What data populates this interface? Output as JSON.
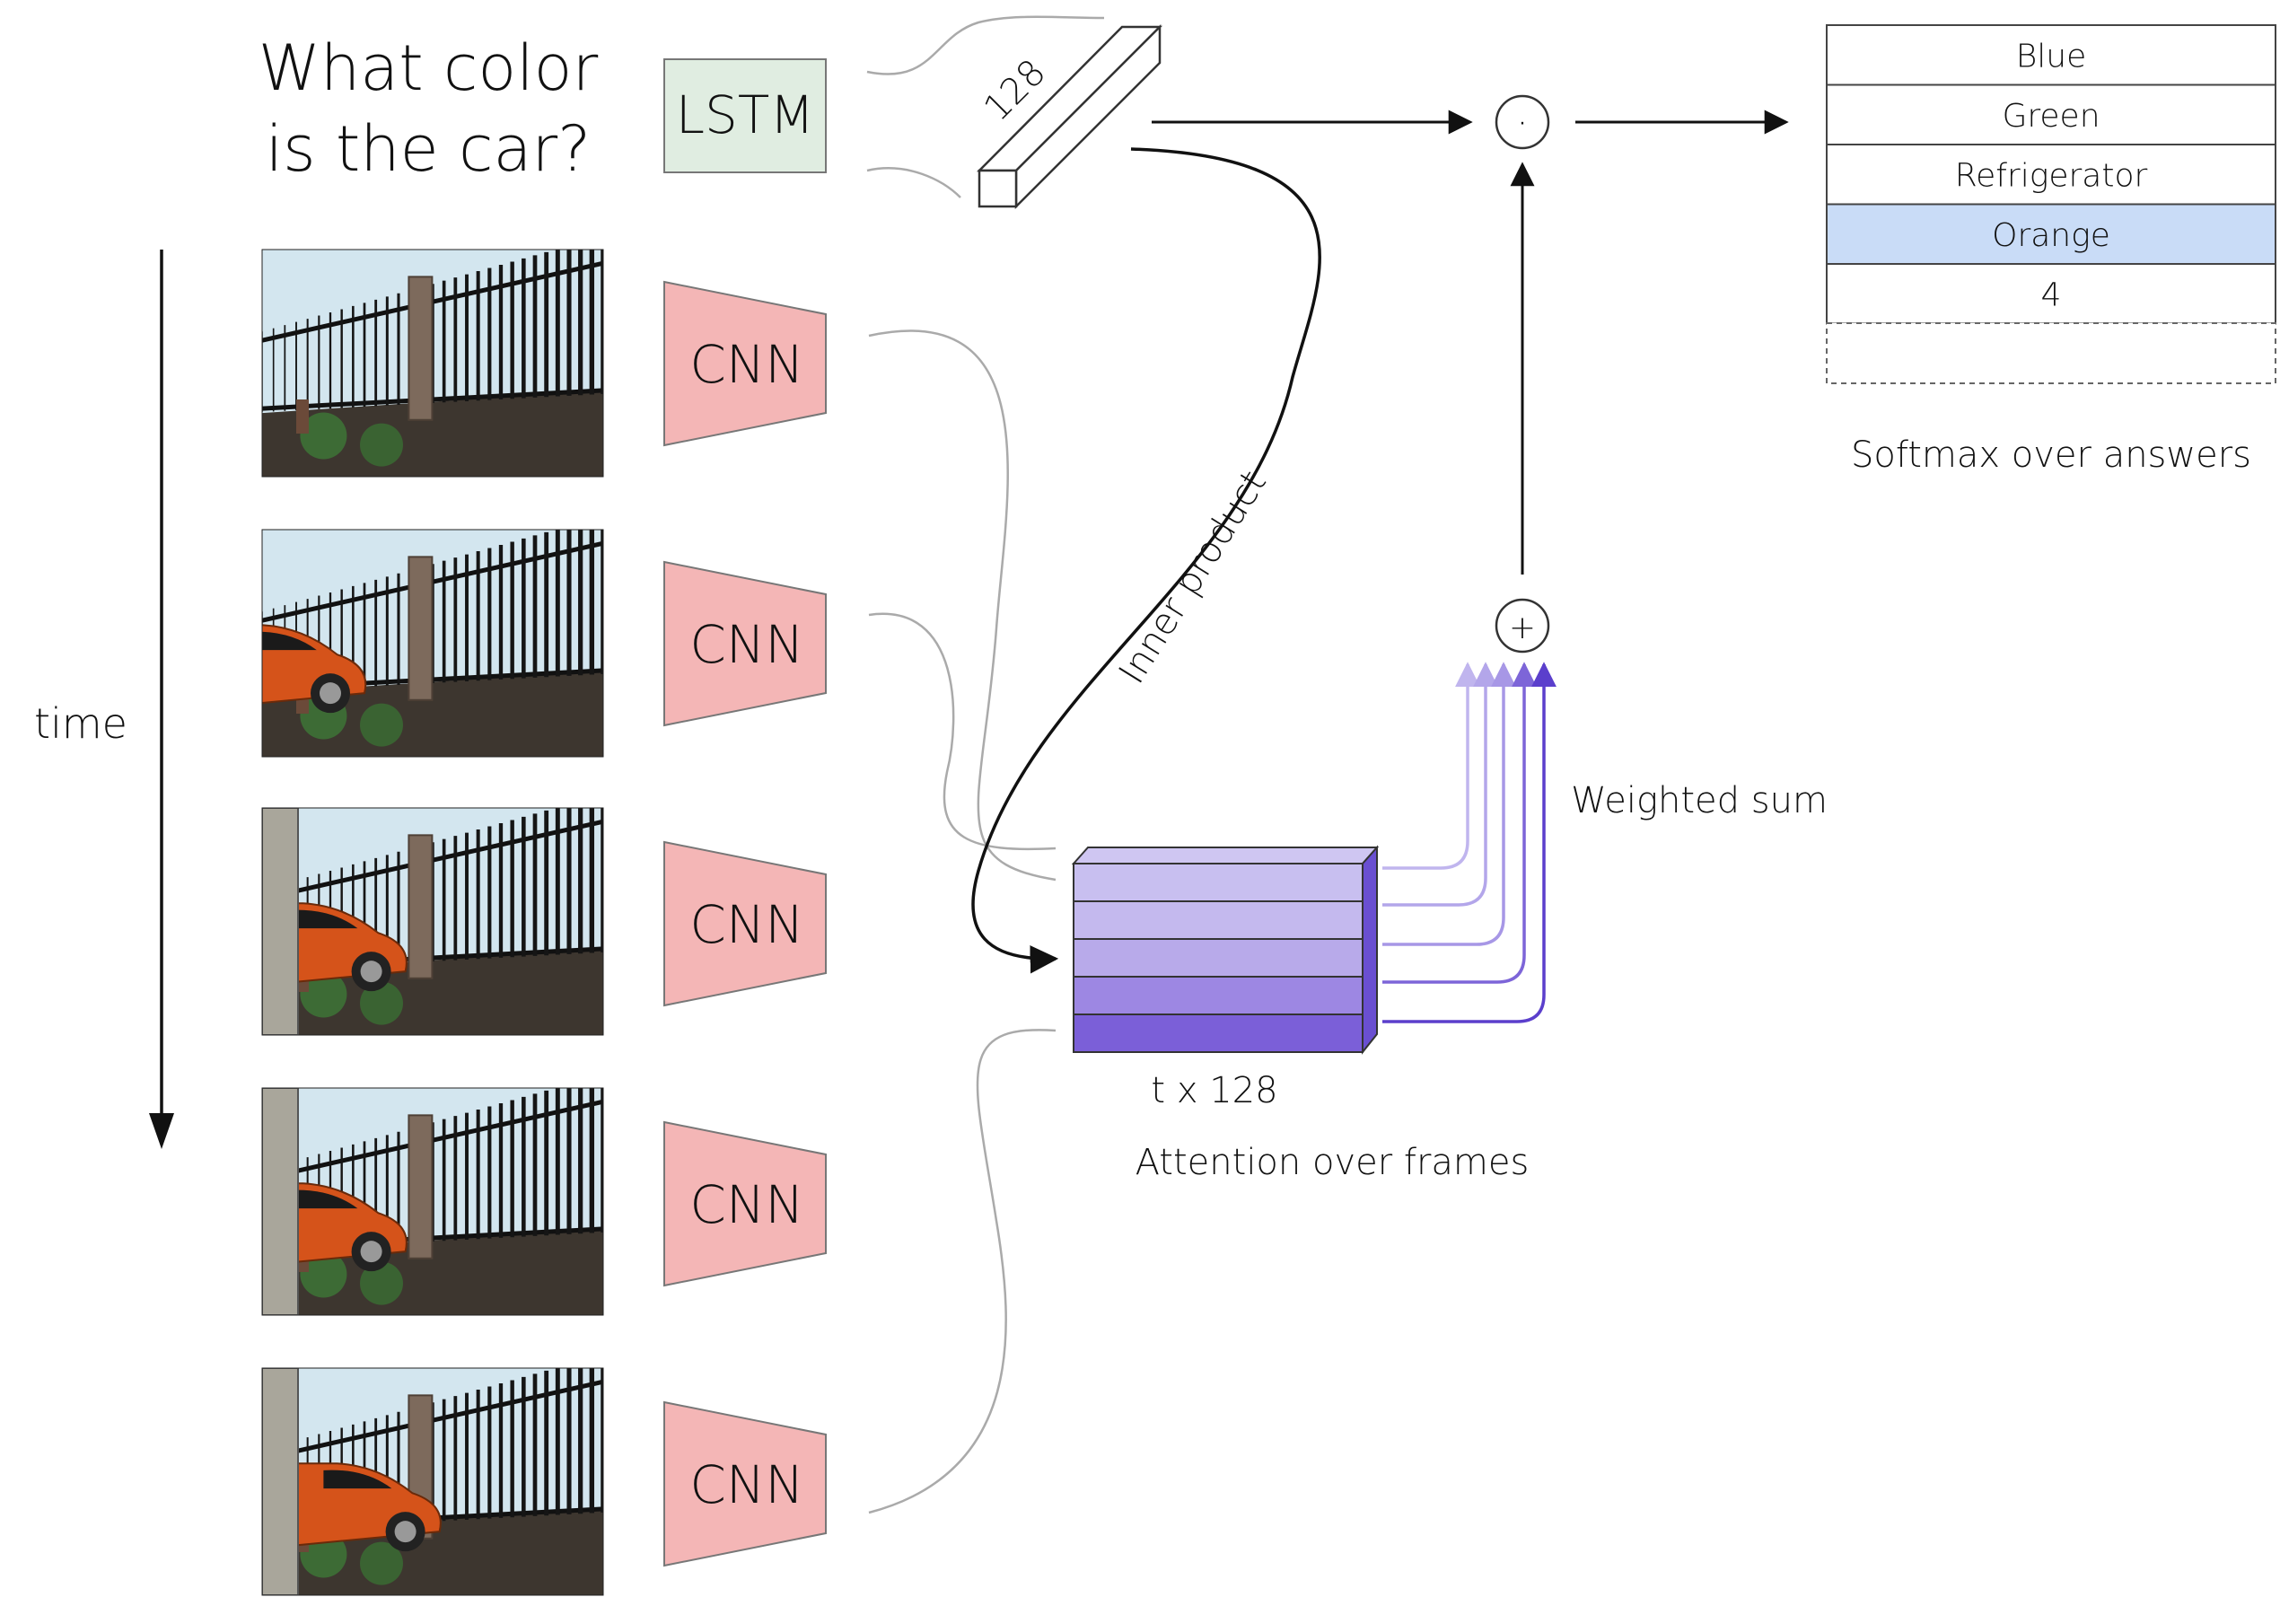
{
  "question": {
    "line1": "What color",
    "line2": "is the car?"
  },
  "lstm": {
    "label": "LSTM"
  },
  "embedding": {
    "size_label": "128"
  },
  "time_axis": {
    "label": "time"
  },
  "cnn": {
    "label": "CNN",
    "count": 5
  },
  "frames": [
    {
      "content": "fence",
      "car_visible": false
    },
    {
      "content": "fence-car-entering",
      "car_visible": true
    },
    {
      "content": "fence-car",
      "car_visible": true
    },
    {
      "content": "fence-car",
      "car_visible": true
    },
    {
      "content": "fence-car-pole",
      "car_visible": true
    }
  ],
  "operations": {
    "dot_product_symbol": "·",
    "sum_symbol": "+"
  },
  "labels": {
    "inner_product": "Inner product",
    "weighted_sum": "Weighted sum",
    "attention_size": "t x 128",
    "attention_caption": "Attention over frames",
    "softmax_caption": "Softmax over answers"
  },
  "answers": [
    {
      "text": "Blue",
      "highlighted": false
    },
    {
      "text": "Green",
      "highlighted": false
    },
    {
      "text": "Refrigerator",
      "highlighted": false
    },
    {
      "text": "Orange",
      "highlighted": true
    },
    {
      "text": "4",
      "highlighted": false
    }
  ],
  "colors": {
    "lstm_fill": "#e0ede1",
    "cnn_fill": "#f4b6b6",
    "answer_highlight": "#c9dcf7",
    "sky": "#d3e6ef",
    "car": "#d5531a",
    "attention_rows": [
      "#c8bff0",
      "#c4b9ee",
      "#b8aaea",
      "#9d87e3",
      "#7b5fd8"
    ],
    "weight_arrows": [
      "#c0b5ee",
      "#b3a6ea",
      "#a797e6",
      "#7d65d8",
      "#5b3fcc"
    ]
  }
}
